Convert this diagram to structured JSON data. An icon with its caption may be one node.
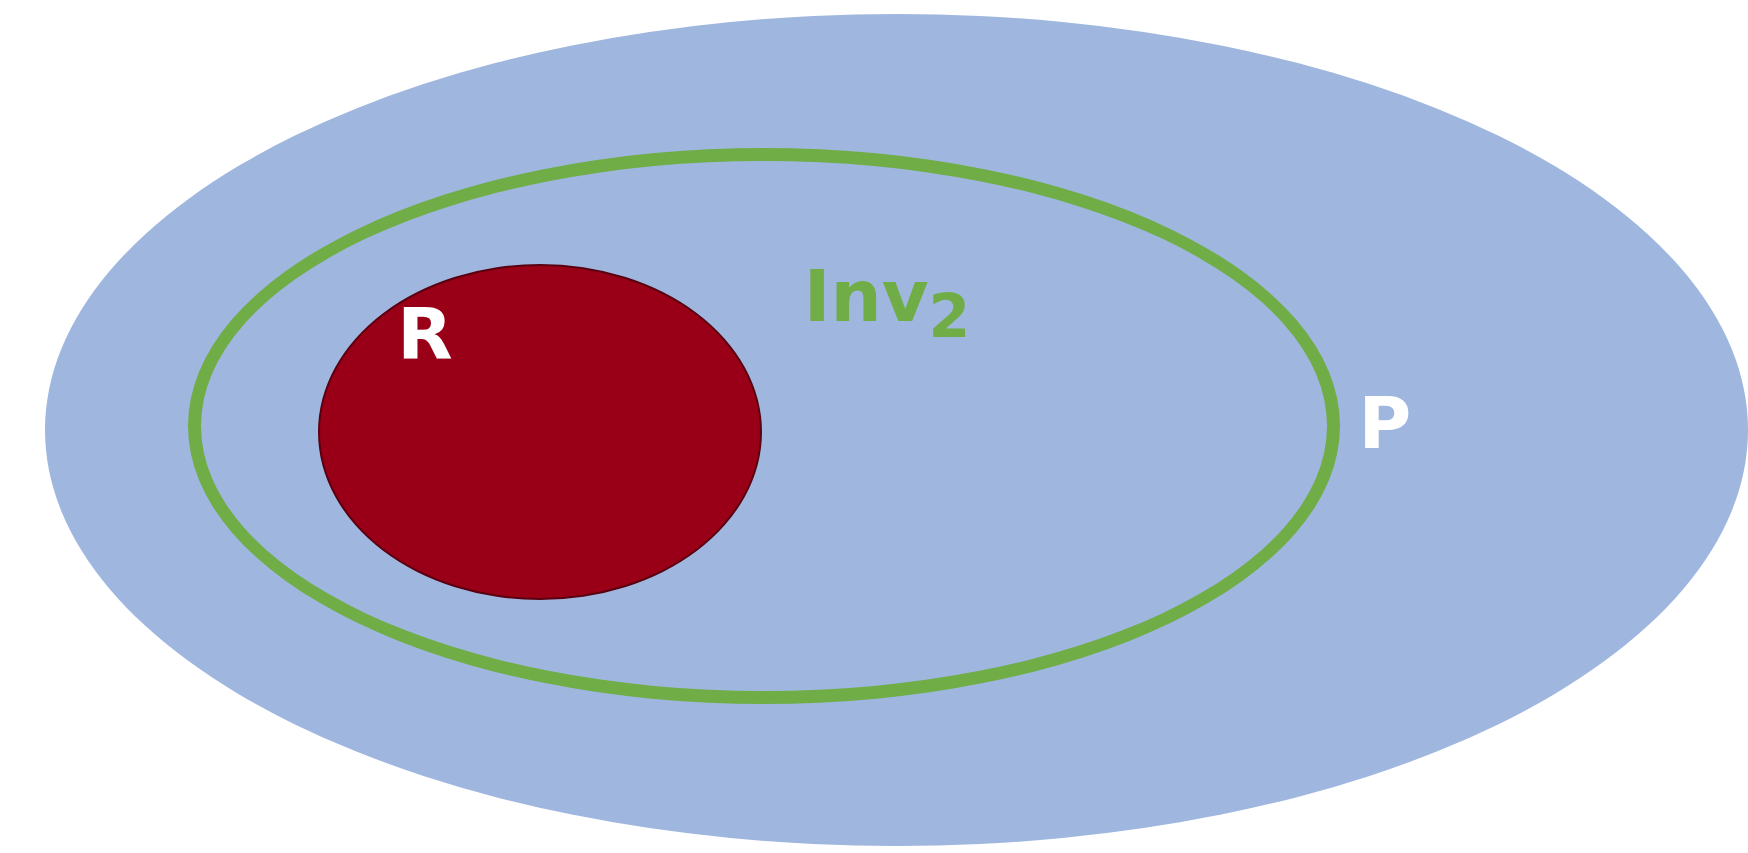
{
  "diagram": {
    "nodes": [
      {
        "text": [
          "P"
        ]
      },
      {
        "text": [
          "Inv$_{2}$"
        ],
        "in": 0
      },
      {
        "text": [
          "R"
        ],
        "in": 1
      }
    ]
  }
}
